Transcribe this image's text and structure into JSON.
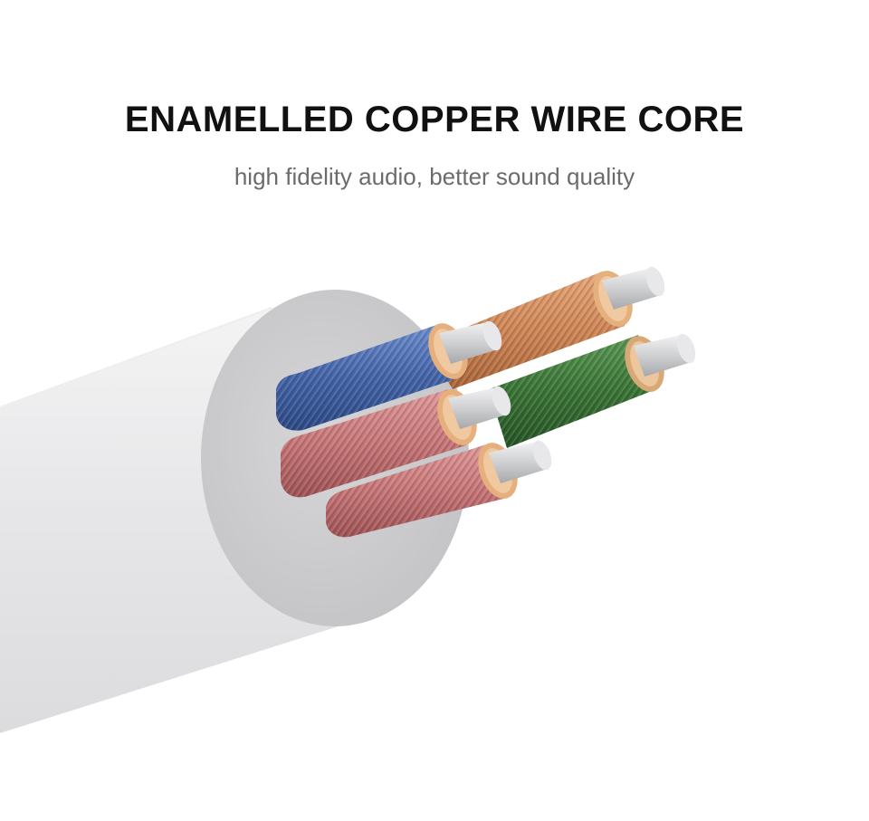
{
  "header": {
    "title": "ENAMELLED COPPER WIRE CORE",
    "subtitle": "high fidelity audio, better sound quality"
  },
  "illustration": {
    "subject": "cable-cross-section",
    "colors": {
      "jacket": "#e9e9eb",
      "jacket_end": "#c9c9cb",
      "blue": "#4a6bb0",
      "orange": "#d08a5a",
      "green": "#3f7a3b",
      "pink": "#c97a7c",
      "silver": "#cfd0d2",
      "copper": "#e0a070"
    }
  }
}
